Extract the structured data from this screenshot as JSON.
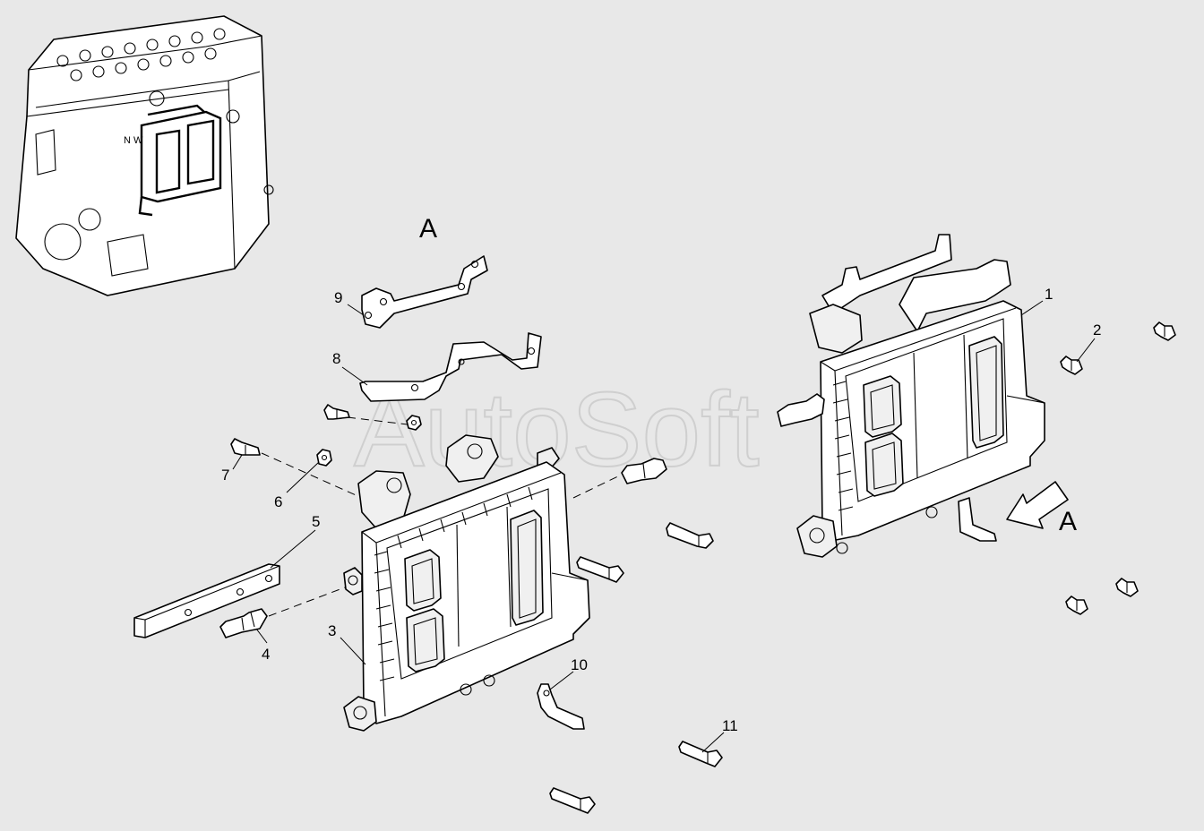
{
  "watermark": "AutoSoft",
  "view_label": "A",
  "arrow_label": "A",
  "callouts": {
    "c1": "1",
    "c2": "2",
    "c3": "3",
    "c4": "4",
    "c5": "5",
    "c6": "6",
    "c7": "7",
    "c8": "8",
    "c9": "9",
    "c10": "10",
    "c11": "11"
  },
  "engine_marks": "N W"
}
